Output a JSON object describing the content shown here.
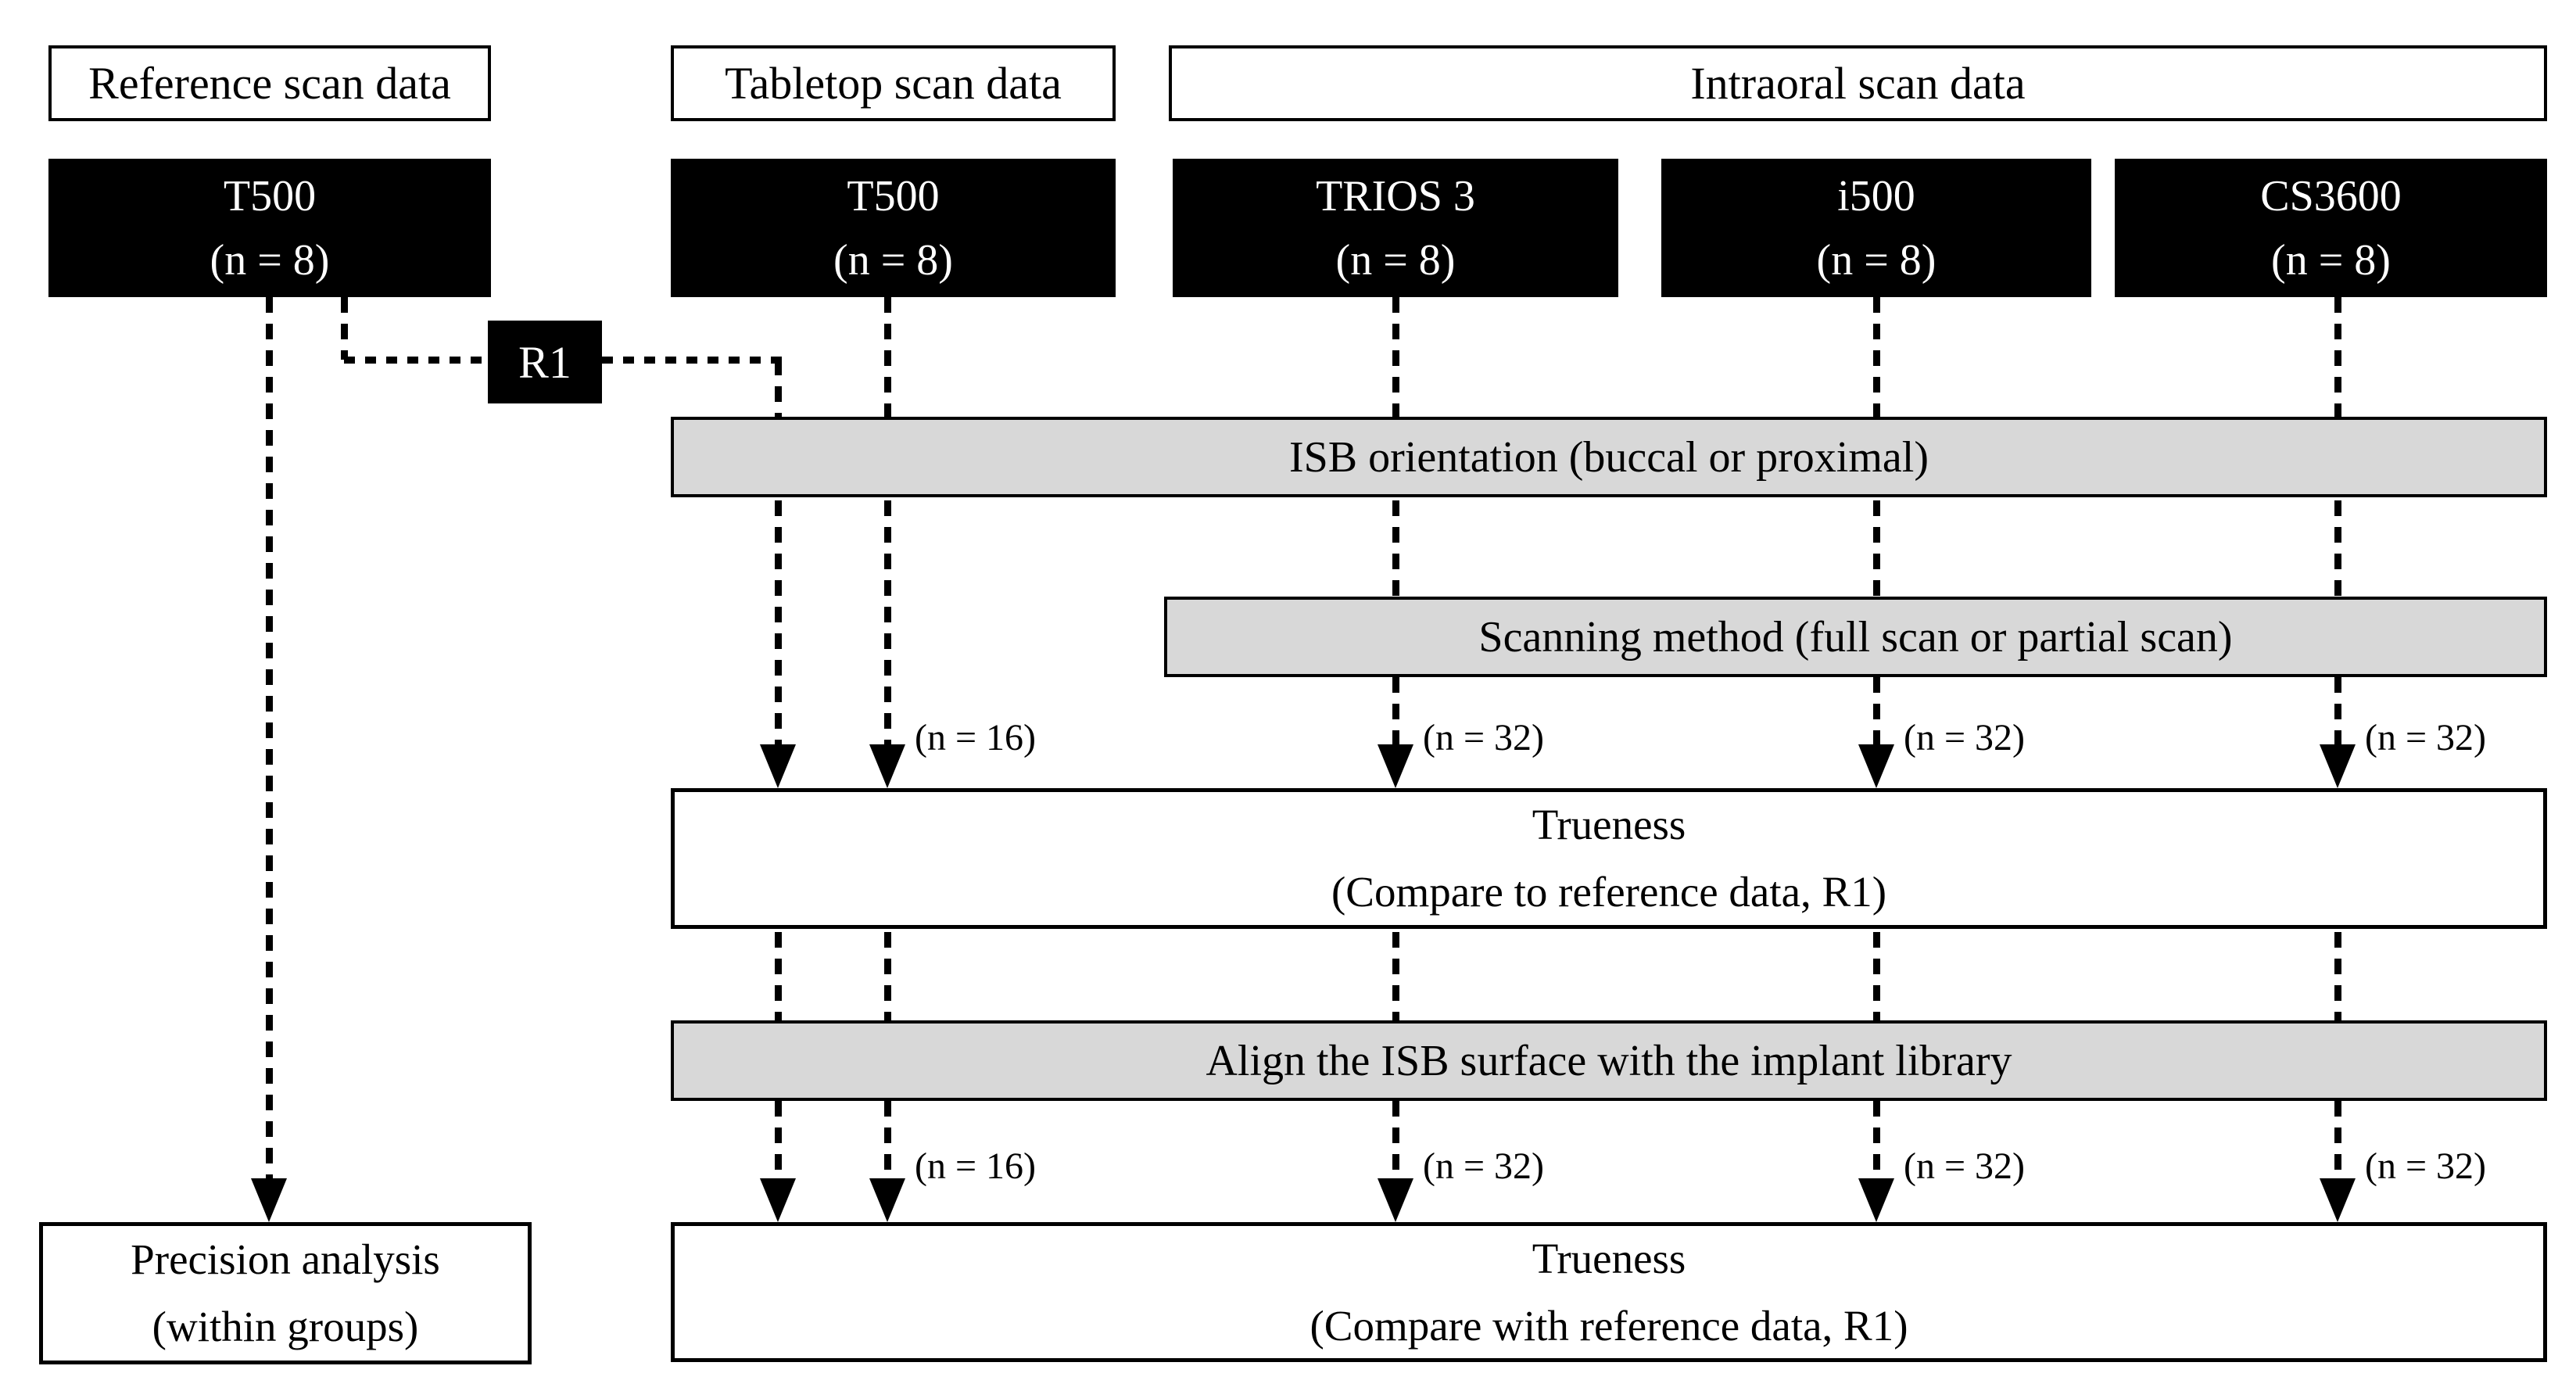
{
  "headers": [
    {
      "label": "Reference scan data"
    },
    {
      "label": "Tabletop scan data"
    },
    {
      "label": "Intraoral scan data"
    }
  ],
  "scanners": [
    {
      "name": "T500",
      "count": "(n = 8)"
    },
    {
      "name": "T500",
      "count": "(n = 8)"
    },
    {
      "name": "TRIOS 3",
      "count": "(n = 8)"
    },
    {
      "name": "i500",
      "count": "(n = 8)"
    },
    {
      "name": "CS3600",
      "count": "(n = 8)"
    }
  ],
  "r1_label": "R1",
  "bars": [
    {
      "label": "ISB orientation (buccal or proximal)"
    },
    {
      "label": "Scanning method (full scan or partial scan)"
    },
    {
      "label": "Align the ISB surface with the implant library"
    }
  ],
  "labels_row1": [
    "(n = 16)",
    "(n = 32)",
    "(n = 32)",
    "(n = 32)"
  ],
  "labels_row2": [
    "(n = 16)",
    "(n = 32)",
    "(n = 32)",
    "(n = 32)"
  ],
  "results": {
    "trueness1": {
      "line1": "Trueness",
      "line2": "(Compare to reference data, R1)"
    },
    "trueness2": {
      "line1": "Trueness",
      "line2": "(Compare with reference data, R1)"
    },
    "precision": {
      "line1": "Precision analysis",
      "line2": "(within groups)"
    }
  },
  "colors": {
    "scanner_box_fill": "#000000",
    "scanner_box_text": "#ffffff",
    "process_bar_fill": "#d8d8d8",
    "border": "#000000",
    "background": "#ffffff"
  }
}
